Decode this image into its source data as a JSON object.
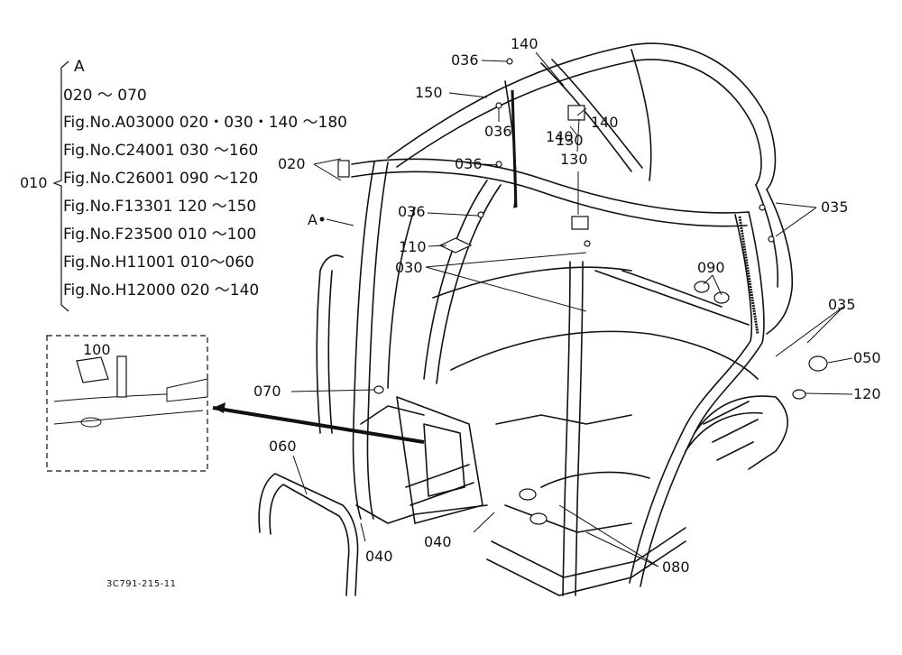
{
  "reference_block": {
    "group_label": "010",
    "header": "A",
    "range": "020 ～ 070",
    "figures": [
      "Fig.No.A03000 020・030・140 ～180",
      "Fig.No.C24001 030 ～160",
      "Fig.No.C26001 090 ～120",
      "Fig.No.F13301  120 ～150",
      "Fig.No.F23500  010 ～100",
      "Fig.No.H11001  010～060",
      "Fig.No.H12000  020 ～140"
    ]
  },
  "callouts": {
    "p036a": "036",
    "p140a": "140",
    "p150": "150",
    "p036b": "036",
    "p140b": "140",
    "p140c": "140",
    "p130a": "130",
    "p020": "020",
    "p036c": "036",
    "p130b": "130",
    "pA": "A",
    "p036d": "036",
    "p035a": "035",
    "p110": "110",
    "p030": "030",
    "p090": "090",
    "p035b": "035",
    "p050": "050",
    "p120": "120",
    "p100": "100",
    "p070": "070",
    "p060": "060",
    "p040a": "040",
    "p040b": "040",
    "p080": "080"
  },
  "drawing_code": "3C791-215-11"
}
